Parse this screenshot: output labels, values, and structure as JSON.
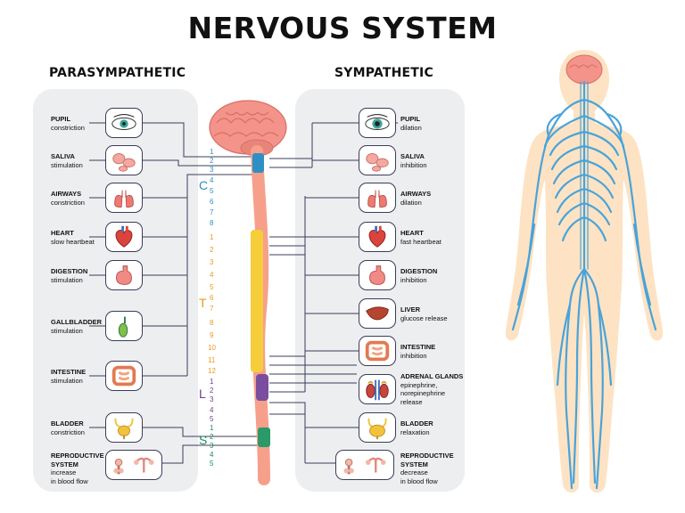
{
  "title": "NERVOUS SYSTEM",
  "parasympathetic": {
    "heading": "PARASYMPATHETIC",
    "items": [
      {
        "name": "PUPIL",
        "desc": "constriction",
        "icon": "eye-icon"
      },
      {
        "name": "SALIVA",
        "desc": "stimulation",
        "icon": "salivary-glands-icon"
      },
      {
        "name": "AIRWAYS",
        "desc": "constriction",
        "icon": "lungs-icon"
      },
      {
        "name": "HEART",
        "desc": "slow heartbeat",
        "icon": "heart-icon"
      },
      {
        "name": "DIGESTION",
        "desc": "stimulation",
        "icon": "stomach-icon"
      },
      {
        "name": "GALLBLADDER",
        "desc": "stimulation",
        "icon": "gallbladder-icon"
      },
      {
        "name": "INTESTINE",
        "desc": "stimulation",
        "icon": "intestine-icon"
      },
      {
        "name": "BLADDER",
        "desc": "constriction",
        "icon": "bladder-icon"
      },
      {
        "name": "REPRODUCTIVE",
        "desc": "SYSTEM",
        "desc2": "increase",
        "desc3": "in blood flow",
        "icon": "reproductive-organs-icon"
      }
    ]
  },
  "sympathetic": {
    "heading": "SYMPATHETIC",
    "items": [
      {
        "name": "PUPIL",
        "desc": "dilation",
        "icon": "eye-icon"
      },
      {
        "name": "SALIVA",
        "desc": "inhibition",
        "icon": "salivary-glands-icon"
      },
      {
        "name": "AIRWAYS",
        "desc": "dilation",
        "icon": "lungs-icon"
      },
      {
        "name": "HEART",
        "desc": "fast heartbeat",
        "icon": "heart-icon"
      },
      {
        "name": "DIGESTION",
        "desc": "inhibition",
        "icon": "stomach-icon"
      },
      {
        "name": "LIVER",
        "desc": "glucose release",
        "icon": "liver-icon"
      },
      {
        "name": "INTESTINE",
        "desc": "inhibition",
        "icon": "intestine-icon"
      },
      {
        "name": "ADRENAL GLANDS",
        "desc": "epinephrine,",
        "desc2": "norepinephrine",
        "desc3": "release",
        "icon": "kidneys-adrenal-icon"
      },
      {
        "name": "BLADDER",
        "desc": "relaxation",
        "icon": "bladder-icon"
      },
      {
        "name": "REPRODUCTIVE",
        "desc": "SYSTEM",
        "desc2": "decrease",
        "desc3": "in blood flow",
        "icon": "reproductive-organs-icon"
      }
    ]
  },
  "spine": {
    "cervical": {
      "letter": "C",
      "numbers": [
        "1",
        "2",
        "3",
        "4",
        "5",
        "6",
        "7",
        "8"
      ],
      "color": "#2f8fc4"
    },
    "thoracic": {
      "letter": "T",
      "numbers": [
        "1",
        "2",
        "3",
        "4",
        "5",
        "6",
        "7",
        "8",
        "9",
        "10",
        "11",
        "12"
      ],
      "color": "#e89a1c"
    },
    "lumbar": {
      "letter": "L",
      "numbers": [
        "1",
        "2",
        "3",
        "4",
        "5"
      ],
      "color": "#6b3f8f"
    },
    "sacral": {
      "letter": "S",
      "numbers": [
        "1",
        "2",
        "3",
        "4",
        "5"
      ],
      "color": "#1e8a5c"
    }
  },
  "colors": {
    "panel": "#eceef0",
    "line": "#3c3c5a",
    "spinal_cord": "#f6a08c",
    "brain": "#f4938a",
    "nerves": "#4aa3d8",
    "skin": "#fde3c4"
  }
}
